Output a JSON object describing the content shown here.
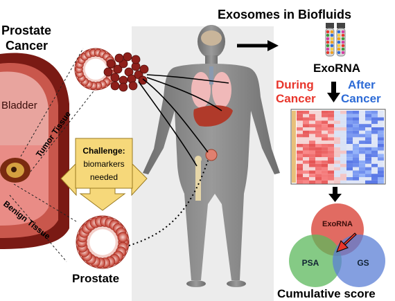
{
  "title": "Exosomes in Biofluids",
  "left": {
    "heading_line1": "Prostate",
    "heading_line2": "Cancer",
    "bladder_label": "Bladder",
    "tumor_label": "Tumor Tissue",
    "benign_label": "Benign Tissue",
    "prostate_label": "Prostate"
  },
  "challenge": {
    "line1": "Challenge:",
    "line2": "biomarkers",
    "line3": "needed"
  },
  "right": {
    "exorna_label": "ExoRNA",
    "during_line1": "During",
    "during_line2": "Cancer",
    "after_line1": "After",
    "after_line2": "Cancer"
  },
  "venn": {
    "top": "ExoRNA",
    "left": "PSA",
    "right": "GS",
    "caption": "Cumulative score"
  },
  "colors": {
    "title_text": "#000000",
    "during_cancer": "#e8352b",
    "after_cancer": "#2d6bd6",
    "bladder_dark": "#7a1a14",
    "bladder_light": "#e58f8a",
    "challenge_fill": "#f6d87a",
    "venn_red": "#d9463b",
    "venn_green": "#5cb85c",
    "venn_blue": "#5b7fd6",
    "body_gray": "#7d7d7d"
  }
}
